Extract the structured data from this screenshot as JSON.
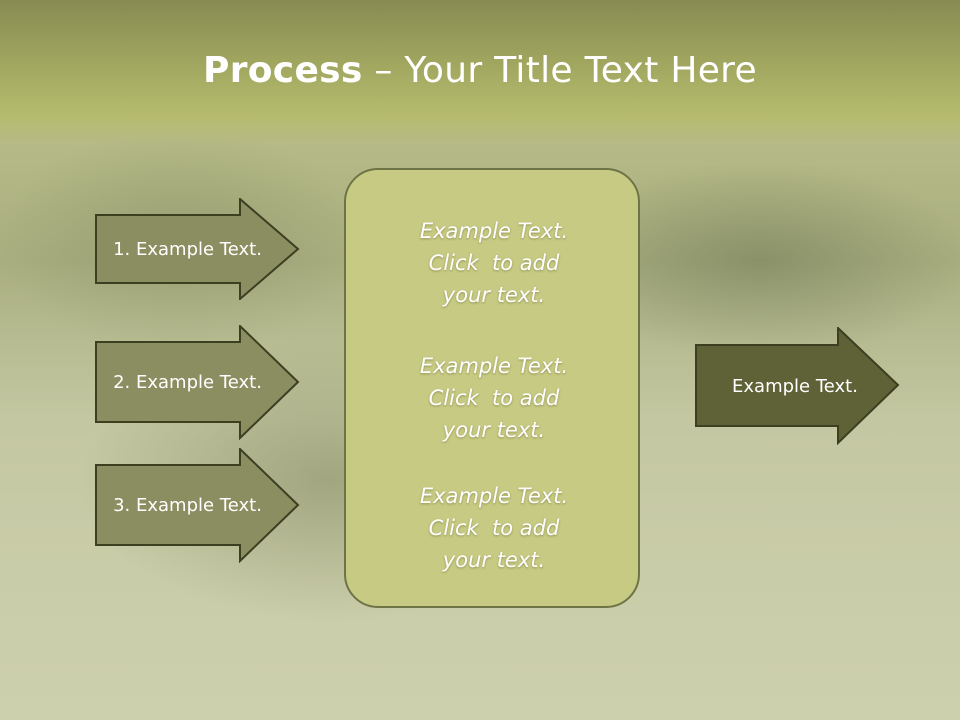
{
  "slide": {
    "title_bold": "Process",
    "title_dash": " – ",
    "title_rest": "Your Title Text Here"
  },
  "left_arrows": [
    {
      "label": "1. Example Text."
    },
    {
      "label": "2. Example Text."
    },
    {
      "label": "3. Example Text."
    }
  ],
  "center_box": {
    "paragraphs": [
      {
        "line1": "Example Text.",
        "line2": "Click  to add",
        "line3": "your text."
      },
      {
        "line1": "Example Text.",
        "line2": "Click  to add",
        "line3": "your text."
      },
      {
        "line1": "Example Text.",
        "line2": "Click  to add",
        "line3": "your text."
      }
    ]
  },
  "right_arrow": {
    "label": "Example Text."
  },
  "colors": {
    "arrow_fill_light": "#8b8e61",
    "arrow_fill_dark": "#5e6236",
    "arrow_border": "#3c3f20",
    "center_box_fill": "#c7ca82"
  }
}
